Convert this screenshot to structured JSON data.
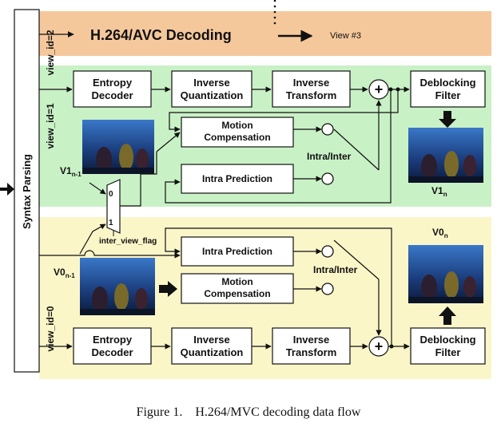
{
  "caption": "Figure 1.    H.264/MVC decoding data flow",
  "syntax_parsing": "Syntax Parsing",
  "view2": {
    "view_id": "view_id=2",
    "title": "H.264/AVC Decoding",
    "target": "View #3",
    "color": "#f5c89c"
  },
  "view1": {
    "view_id": "view_id=1",
    "color": "#c9f1c6",
    "entropy": [
      "Entropy",
      "Decoder"
    ],
    "invquant": [
      "Inverse",
      "Quantization"
    ],
    "invtrans": [
      "Inverse",
      "Transform"
    ],
    "deblock": [
      "Deblocking",
      "Filter"
    ],
    "motion": [
      "Motion",
      "Compensation"
    ],
    "intra": "Intra Prediction",
    "switch_label": "Intra/Inter",
    "ref_label": "V1",
    "ref_sub": "n-1",
    "out_label": "V1",
    "out_sub": "n",
    "mux_in0": "0",
    "mux_in1": "1",
    "mux_ctrl": "inter_view_flag"
  },
  "view0": {
    "view_id": "view_id=0",
    "color": "#fbf6c8",
    "entropy": [
      "Entropy",
      "Decoder"
    ],
    "invquant": [
      "Inverse",
      "Quantization"
    ],
    "invtrans": [
      "Inverse",
      "Transform"
    ],
    "deblock": [
      "Deblocking",
      "Filter"
    ],
    "motion": [
      "Motion",
      "Compensation"
    ],
    "intra": "Intra Prediction",
    "switch_label": "Intra/Inter",
    "ref_label": "V0",
    "ref_sub": "n-1",
    "out_label": "V0",
    "out_sub": "n"
  },
  "adder_symbol": "+"
}
